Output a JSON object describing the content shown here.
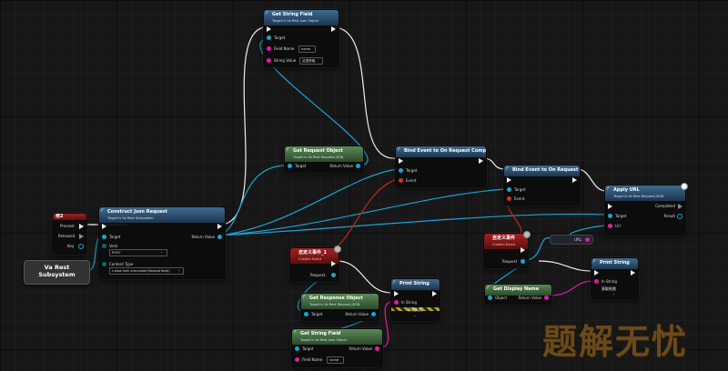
{
  "nodes": {
    "get_string_field_top": {
      "title": "Get String Field",
      "subtitle": "Target is Va Rest Json Object",
      "target": "Target",
      "field_name": "Field Name",
      "field_value": "name",
      "string_value": "String Value",
      "string_value_text": "这里获取"
    },
    "construct_json": {
      "title": "Construct Json Request",
      "subtitle": "Target is Va Rest Subsystem",
      "target": "Target",
      "return_value": "Return Value",
      "verb": "Verb",
      "verb_value": "POST",
      "content_type": "Content Type",
      "content_type_value": "x www form urlencoded (Request Body)"
    },
    "key_event": {
      "title": "按2",
      "pressed": "Pressed",
      "released": "Released",
      "key": "Key"
    },
    "va_rest": {
      "line1": "Va Rest",
      "line2": "Subsystem"
    },
    "get_request_object": {
      "title": "Get Request Object",
      "subtitle": "Target is Va Rest Request JSON",
      "target": "Target",
      "return_value": "Return Value"
    },
    "bind_complete": {
      "title": "Bind Event to On Request Complete",
      "target": "Target",
      "event": "Event"
    },
    "bind_fail": {
      "title": "Bind Event to On Request Fail",
      "target": "Target",
      "event": "Event"
    },
    "apply_url": {
      "title": "Apply URL",
      "subtitle": "Target is Va Rest Request JSON",
      "completed": "Completed",
      "target": "Target",
      "result": "Result",
      "url": "Url"
    },
    "url_var": {
      "label": "URL"
    },
    "custom_event_1": {
      "title": "自定义事件_1",
      "subtitle": "Custom Event",
      "request": "Request"
    },
    "custom_event_2": {
      "title": "自定义事件",
      "subtitle": "Custom Event",
      "request": "Request"
    },
    "print_string_1": {
      "title": "Print String",
      "in_string": "In String",
      "in_string_value": "获取失败"
    },
    "print_string_2": {
      "title": "Print String",
      "in_string": "In String",
      "in_string_value": "获取失败"
    },
    "get_display_name": {
      "title": "Get Display Name",
      "object": "Object",
      "return_value": "Return Value"
    },
    "get_response_object": {
      "title": "Get Response Object",
      "subtitle": "Target is Va Rest Request JSON",
      "target": "Target",
      "return_value": "Return Value"
    },
    "get_string_field_bottom": {
      "title": "Get String Field",
      "subtitle": "Target is Va Rest Json Object",
      "target": "Target",
      "return_value": "Return Value",
      "field_name": "Field Name",
      "field_value": "name"
    }
  },
  "watermark": "题解无忧",
  "colors": {
    "exec": "#ffffff",
    "object": "#1ca3d4",
    "string": "#e01caa",
    "delegate": "#d0342c"
  }
}
